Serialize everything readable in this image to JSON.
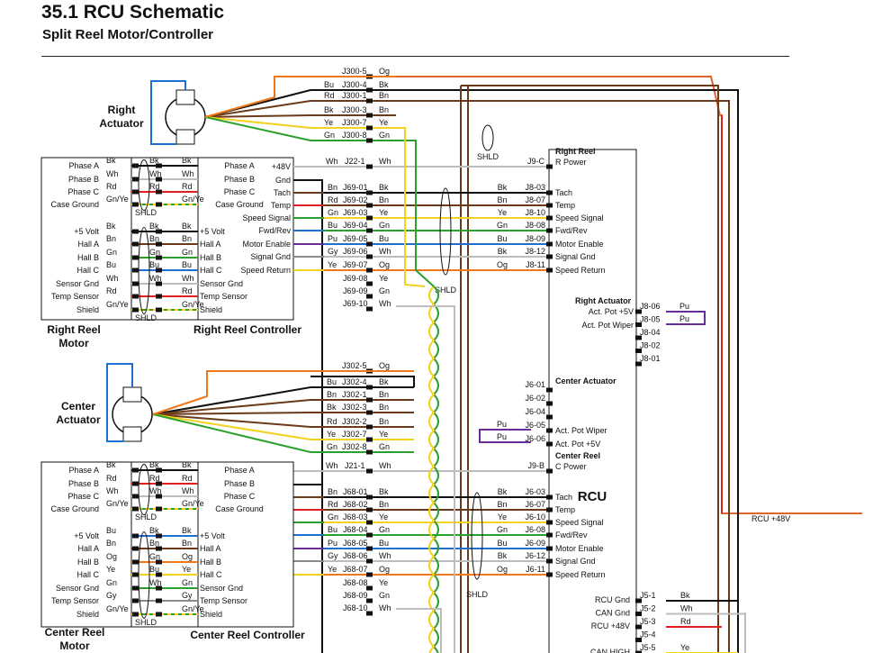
{
  "header": {
    "title": "35.1 RCU Schematic",
    "subtitle": "Split Reel Motor/Controller"
  },
  "colors": {
    "Bk": "#111111",
    "Bn": "#6b3a1a",
    "Rd": "#e02020",
    "Ye": "#f2d21c",
    "Gn": "#2ca02c",
    "Bu": "#1f6fd1",
    "Og": "#f07818",
    "Wh": "#bdbdbd",
    "Gy": "#8a8a8a",
    "Pu": "#6a2c9a",
    "GnYe": "#5fbf2f"
  },
  "actuators": {
    "right": {
      "label": [
        "Right",
        "Actuator"
      ],
      "wires": [
        {
          "left": "",
          "pin": "J300-5",
          "right": "Og",
          "color": "Og"
        },
        {
          "left": "Bu",
          "pin": "J300-4",
          "right": "Bk",
          "color": "Bk"
        },
        {
          "left": "Rd",
          "pin": "J300-1",
          "right": "Bn",
          "color": "Bn"
        },
        {
          "left": "Bk",
          "pin": "J300-3",
          "right": "Bn",
          "color": "Bn"
        },
        {
          "left": "Ye",
          "pin": "J300-7",
          "right": "Ye",
          "color": "Ye"
        },
        {
          "left": "Gn",
          "pin": "J300-8",
          "right": "Gn",
          "color": "Gn"
        }
      ]
    },
    "center": {
      "label": [
        "Center",
        "Actuator"
      ],
      "wires": [
        {
          "left": "",
          "pin": "J302-5",
          "right": "Og",
          "color": "Og"
        },
        {
          "left": "Bu",
          "pin": "J302-4",
          "right": "Bk",
          "color": "Bk"
        },
        {
          "left": "Bn",
          "pin": "J302-1",
          "right": "Bn",
          "color": "Bn"
        },
        {
          "left": "Bk",
          "pin": "J302-3",
          "right": "Bn",
          "color": "Bn"
        },
        {
          "left": "Rd",
          "pin": "J302-2",
          "right": "Bn",
          "color": "Bn"
        },
        {
          "left": "Ye",
          "pin": "J302-7",
          "right": "Ye",
          "color": "Ye"
        },
        {
          "left": "Gn",
          "pin": "J302-8",
          "right": "Gn",
          "color": "Gn"
        }
      ]
    }
  },
  "motors": {
    "right": {
      "label": [
        "Right Reel",
        "Motor"
      ]
    },
    "center": {
      "label": [
        "Center Reel",
        "Motor"
      ]
    }
  },
  "controllers": {
    "right": {
      "label": "Right Reel Controller"
    },
    "center": {
      "label": "Center Reel Controller"
    }
  },
  "motor_pins": {
    "phase": [
      "Phase A",
      "Phase B",
      "Phase C",
      "Case Ground"
    ],
    "sensor": [
      "+5 Volt",
      "Hall A",
      "Hall B",
      "Hall C",
      "Sensor Gnd",
      "Temp Sensor",
      "Shield"
    ]
  },
  "motor_wires": {
    "right": {
      "phase": [
        [
          "Bk",
          "Bk",
          "Bk"
        ],
        [
          "Wh",
          "Wh",
          "Wh"
        ],
        [
          "Rd",
          "Rd",
          "Rd"
        ],
        [
          "Gn/Ye",
          "",
          "Gn/Ye"
        ]
      ],
      "sensor": [
        [
          "Bk",
          "Bk",
          "Bk"
        ],
        [
          "Bn",
          "Bn",
          "Bn"
        ],
        [
          "Gn",
          "Gn",
          "Gn"
        ],
        [
          "Bu",
          "Bu",
          "Bu"
        ],
        [
          "Wh",
          "Wh",
          "Wh"
        ],
        [
          "Rd",
          "",
          "Rd"
        ],
        [
          "Gn/Ye",
          "",
          "Gn/Ye"
        ]
      ]
    },
    "center": {
      "phase": [
        [
          "Bk",
          "Bk",
          "Bk"
        ],
        [
          "Rd",
          "Rd",
          "Rd"
        ],
        [
          "Wh",
          "Wh",
          "Wh"
        ],
        [
          "Gn/Ye",
          "",
          "Gn/Ye"
        ]
      ],
      "sensor": [
        [
          "Bu",
          "Bk",
          "Bk"
        ],
        [
          "Bn",
          "Bn",
          "Bn"
        ],
        [
          "Og",
          "Gn",
          "Og"
        ],
        [
          "Ye",
          "Bu",
          "Ye"
        ],
        [
          "Gn",
          "Wh",
          "Gn"
        ],
        [
          "Gy",
          "",
          "Gy"
        ],
        [
          "Gn/Ye",
          "",
          "Gn/Ye"
        ]
      ]
    }
  },
  "wire_colors_map": {
    "phase_right": [
      "Bk",
      "Wh",
      "Rd",
      "GnYe"
    ],
    "sensor_right": [
      "Bk",
      "Bn",
      "Gn",
      "Bu",
      "Wh",
      "Rd",
      "GnYe"
    ],
    "phase_center": [
      "Bk",
      "Rd",
      "Wh",
      "GnYe"
    ],
    "sensor_center": [
      "Bu",
      "Bn",
      "Og",
      "Ye",
      "Gn",
      "Gy",
      "GnYe"
    ]
  },
  "controller_outputs": {
    "labels": [
      "+48V",
      "Gnd",
      "Tach",
      "Temp",
      "Speed Signal",
      "Fwd/Rev",
      "Motor Enable",
      "Signal Gnd",
      "Speed Return"
    ],
    "right": [
      {
        "left": "Wh",
        "pin": "J22-1",
        "right": "Wh",
        "color": "Wh"
      },
      {
        "left": "",
        "pin": "",
        "right": "",
        "color": "Bk"
      },
      {
        "left": "Bn",
        "pin": "J69-01",
        "right": "Bk",
        "color": "Bk"
      },
      {
        "left": "Rd",
        "pin": "J69-02",
        "right": "Bn",
        "color": "Bn"
      },
      {
        "left": "Gn",
        "pin": "J69-03",
        "right": "Ye",
        "color": "Ye"
      },
      {
        "left": "Bu",
        "pin": "J69-04",
        "right": "Gn",
        "color": "Gn"
      },
      {
        "left": "Pu",
        "pin": "J69-05",
        "right": "Bu",
        "color": "Bu"
      },
      {
        "left": "Gy",
        "pin": "J69-06",
        "right": "Wh",
        "color": "Wh"
      },
      {
        "left": "Ye",
        "pin": "J69-07",
        "right": "Og",
        "color": "Og"
      }
    ],
    "right_extra": [
      {
        "pin": "J69-08",
        "right": "Ye",
        "color": "Ye"
      },
      {
        "pin": "J69-09",
        "right": "Gn",
        "color": "Gn"
      },
      {
        "pin": "J69-10",
        "right": "Wh",
        "color": "Wh"
      }
    ],
    "center": [
      {
        "left": "Wh",
        "pin": "J21-1",
        "right": "Wh",
        "color": "Wh"
      },
      {
        "left": "",
        "pin": "",
        "right": "",
        "color": "Bk"
      },
      {
        "left": "Bn",
        "pin": "J68-01",
        "right": "Bk",
        "color": "Bk"
      },
      {
        "left": "Rd",
        "pin": "J68-02",
        "right": "Bn",
        "color": "Bn"
      },
      {
        "left": "Gn",
        "pin": "J68-03",
        "right": "Ye",
        "color": "Ye"
      },
      {
        "left": "Bu",
        "pin": "J68-04",
        "right": "Gn",
        "color": "Gn"
      },
      {
        "left": "Pu",
        "pin": "J68-05",
        "right": "Bu",
        "color": "Bu"
      },
      {
        "left": "Gy",
        "pin": "J68-06",
        "right": "Wh",
        "color": "Wh"
      },
      {
        "left": "Ye",
        "pin": "J68-07",
        "right": "Og",
        "color": "Og"
      }
    ],
    "center_extra": [
      {
        "pin": "J68-08",
        "right": "Ye",
        "color": "Ye"
      },
      {
        "pin": "J68-09",
        "right": "Gn",
        "color": "Gn"
      },
      {
        "pin": "J68-10",
        "right": "Wh",
        "color": "Wh"
      }
    ]
  },
  "rcu": {
    "label": "RCU",
    "right_reel": {
      "header": [
        "Right Reel",
        "R Power"
      ],
      "power_pin": "J9-C",
      "pins": [
        {
          "wire": "Bk",
          "pin": "J8-03",
          "label": "Tach"
        },
        {
          "wire": "Bn",
          "pin": "J8-07",
          "label": "Temp"
        },
        {
          "wire": "Ye",
          "pin": "J8-10",
          "label": "Speed Signal"
        },
        {
          "wire": "Gn",
          "pin": "J8-08",
          "label": "Fwd/Rev"
        },
        {
          "wire": "Bu",
          "pin": "J8-09",
          "label": "Motor Enable"
        },
        {
          "wire": "Bk",
          "pin": "J8-12",
          "label": "Signal Gnd"
        },
        {
          "wire": "Og",
          "pin": "J8-11",
          "label": "Speed Return"
        }
      ]
    },
    "right_actuator": {
      "header": "Right Actuator",
      "labels": [
        "Act. Pot +5V",
        "Act. Pot Wiper"
      ],
      "pins": [
        "J8-06",
        "J8-05",
        "J8-04",
        "J8-02",
        "J8-01"
      ],
      "wires": [
        "Pu",
        "Pu"
      ]
    },
    "center_actuator": {
      "header": "Center Actuator",
      "pins": [
        "J6-01",
        "J6-02",
        "J6-04",
        "J6-05",
        "J6-06"
      ],
      "labels": [
        "Act. Pot Wiper",
        "Act. Pot +5V"
      ],
      "wires": [
        "Pu",
        "Pu"
      ]
    },
    "center_reel": {
      "header": [
        "Center Reel",
        "C Power"
      ],
      "power_pin": "J9-B",
      "pins": [
        {
          "wire": "Bk",
          "pin": "J6-03",
          "label": "Tach"
        },
        {
          "wire": "Bn",
          "pin": "J6-07",
          "label": "Temp"
        },
        {
          "wire": "Ye",
          "pin": "J6-10",
          "label": "Speed Signal"
        },
        {
          "wire": "Gn",
          "pin": "J6-08",
          "label": "Fwd/Rev"
        },
        {
          "wire": "Bu",
          "pin": "J6-09",
          "label": "Motor Enable"
        },
        {
          "wire": "Bk",
          "pin": "J6-12",
          "label": "Signal Gnd"
        },
        {
          "wire": "Og",
          "pin": "J6-11",
          "label": "Speed Return"
        }
      ]
    },
    "bottom": [
      {
        "label": "RCU Gnd",
        "pin": "J5-1",
        "wire": "Bk"
      },
      {
        "label": "CAN Gnd",
        "pin": "J5-2",
        "wire": "Wh"
      },
      {
        "label": "RCU +48V",
        "pin": "J5-3",
        "wire": "Rd"
      },
      {
        "label": "",
        "pin": "J5-4",
        "wire": ""
      },
      {
        "label": "CAN HIGH",
        "pin": "J5-5",
        "wire": "Ye"
      }
    ],
    "plus48_label": "RCU +48V"
  },
  "shield_label": "SHLD"
}
